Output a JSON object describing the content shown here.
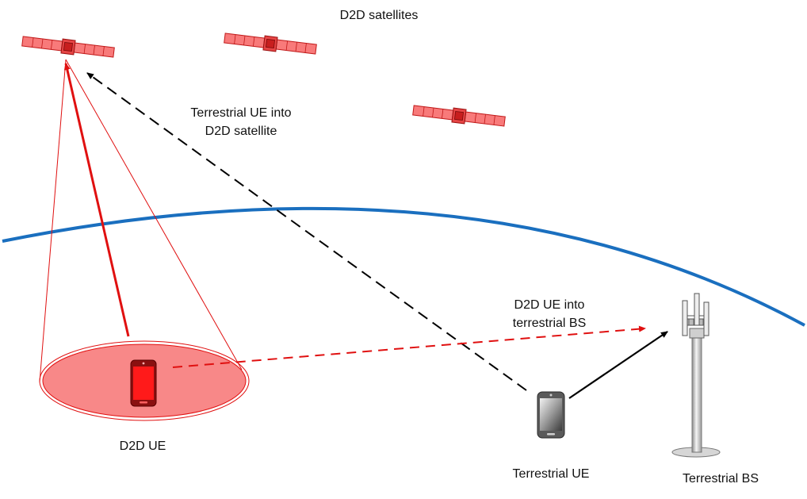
{
  "labels": {
    "satellites_title": "D2D satellites",
    "ue_to_sat_line1": "Terrestrial UE into",
    "ue_to_sat_line2": "D2D satellite",
    "d2d_to_bs_line1": "D2D UE into",
    "d2d_to_bs_line2": "terrestrial BS",
    "d2d_ue": "D2D UE",
    "terrestrial_ue": "Terrestrial UE",
    "terrestrial_bs": "Terrestrial BS"
  },
  "colors": {
    "satellite_fill": "#f87a7a",
    "satellite_stroke": "#c01818",
    "d2d_red": "#e01010",
    "footprint_fill": "#f88888",
    "earth_blue": "#1a6fbf",
    "black": "#000000",
    "phone_gray": "#6f6f6f"
  },
  "icons": {
    "satellite": "satellite-icon",
    "d2d_phone": "smartphone-icon",
    "terrestrial_phone": "smartphone-icon",
    "base_station": "cell-tower-icon"
  }
}
